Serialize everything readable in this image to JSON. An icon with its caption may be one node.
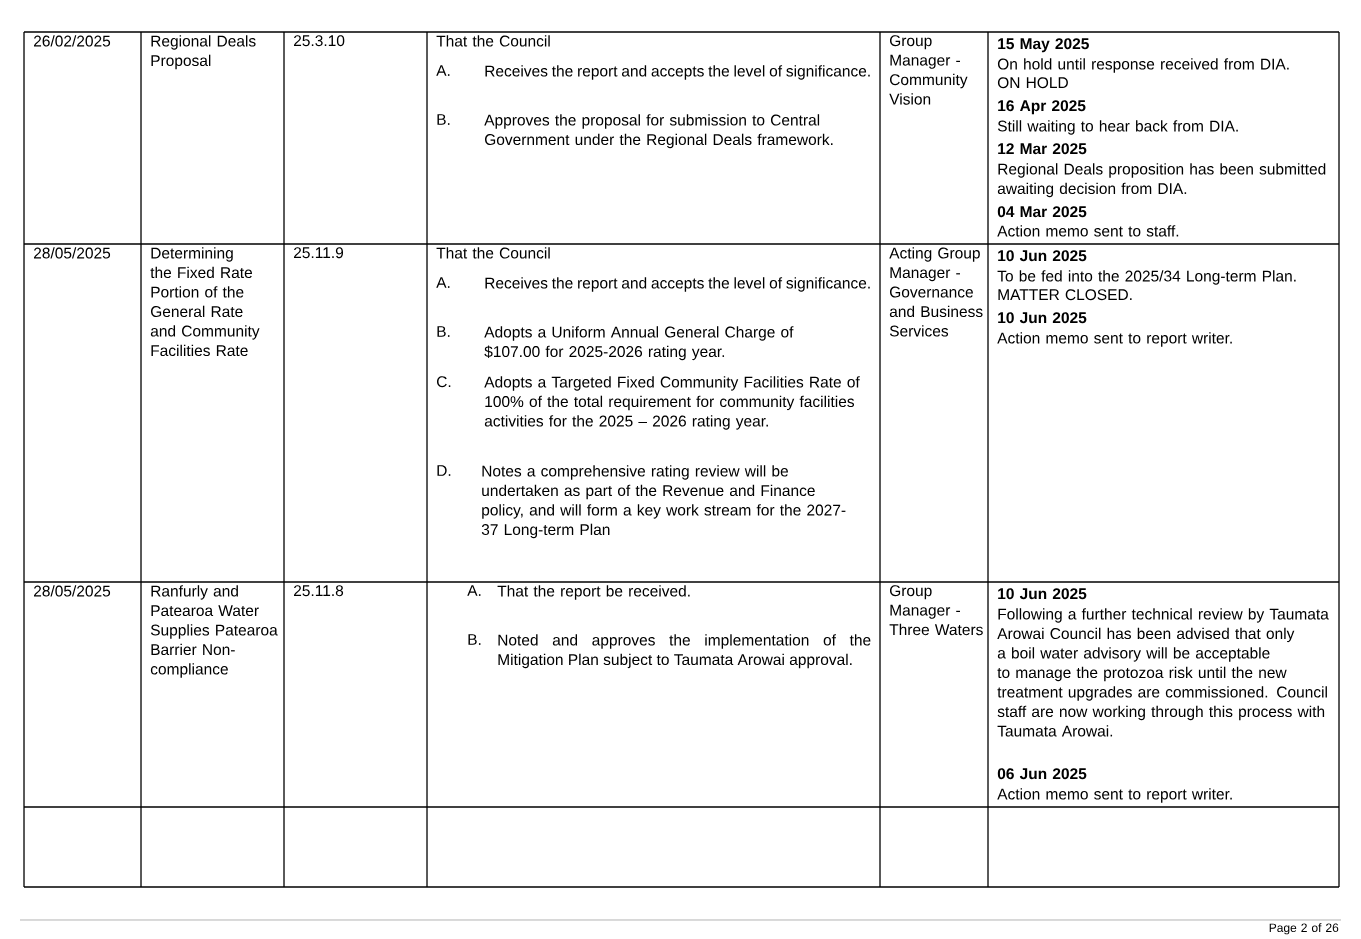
{
  "diagram": {
    "labels": [
      "26/02/2025",
      "Regional Deals Proposal",
      "25.3.10",
      "That the Council",
      "A.",
      "Receives the report and accepts the level of significance.",
      "B.",
      "Approves the proposal for submission to Central Government under the Regional Deals framework.",
      "Group Manager - Community Vision",
      "15 May 2025",
      "On hold until response received from DIA.",
      "ON HOLD",
      "16 Apr 2025",
      "Still waiting to hear back from DIA.",
      "12 Mar 2025",
      "Regional Deals proposition has been submitted awaiting decision from DIA.",
      "04 Mar 2025",
      "Action memo sent to staff.",
      "28/05/2025",
      "Determining the Fixed Rate Portion of the General Rate and Community Facilities Rate",
      "25.11.9",
      "That the Council",
      "A.",
      "Receives the report and accepts the level of significance.",
      "B.",
      "Adopts a Uniform Annual General Charge of $107.00 for 2025-2026 rating year.",
      "C.",
      "Adopts a Targeted Fixed Community Facilities Rate of 100% of the total requirement for community facilities activities for the 2025 – 2026 rating year.",
      "D.",
      "Notes a comprehensive rating review will be undertaken as part of the Revenue and Finance policy, and will form a key work stream for the 2027-37 Long-term Plan",
      "Acting Group Manager - Governance and Business Services",
      "10 Jun 2025",
      "To be fed into the 2025/34 Long-term Plan.",
      "MATTER CLOSED.",
      "10 Jun 2025",
      "Action memo sent to report writer.",
      "28/05/2025",
      "Ranfurly and Patearoa Water Supplies Patearoa Barrier Non-compliance",
      "25.11.8",
      "A.",
      "That the report be received.",
      "B.",
      "Noted and approves the implementation of the Mitigation Plan subject to Taumata Arowai approval.",
      "Group Manager - Three Waters",
      "10 Jun 2025",
      "Following a further technical review by Taumata Arowai Council has been advised that only a boil water advisory will be acceptable to manage the protozoa risk until the new treatment upgrades are commissioned.  Council staff are now working through this process with Taumata Arowai.",
      "06 Jun 2025",
      "Action memo sent to report writer.",
      "Page 2 of 26"
    ]
  }
}
